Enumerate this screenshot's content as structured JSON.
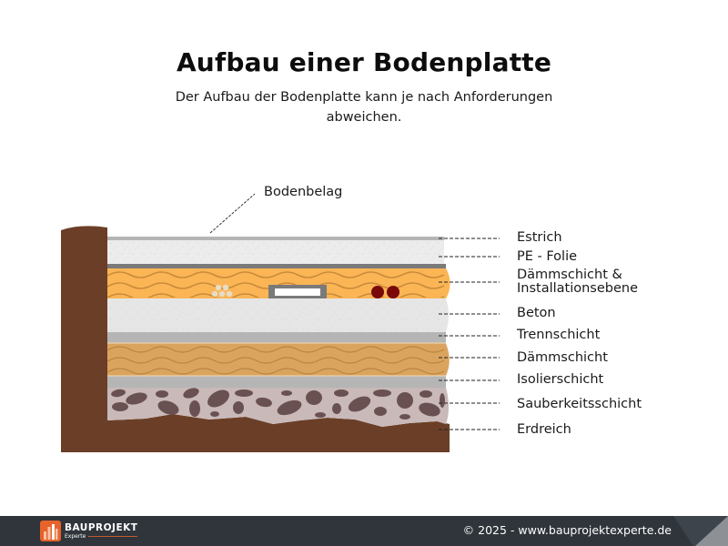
{
  "header": {
    "title": "Aufbau einer Bodenplatte",
    "subtitle": "Der Aufbau der Bodenplatte kann je nach Anforderungen abweichen."
  },
  "diagram": {
    "callout": {
      "label": "Bodenbelag"
    },
    "layers": [
      {
        "id": "estrich",
        "label": "Estrich",
        "color": "#e8e8e8"
      },
      {
        "id": "pe-folie",
        "label": "PE - Folie",
        "color": "#7a7a7a"
      },
      {
        "id": "daemm-install",
        "label_line1": "Dämmschicht &",
        "label_line2": "Installationsebene",
        "color": "#fbb555"
      },
      {
        "id": "beton",
        "label": "Beton",
        "color": "#e6e6e6"
      },
      {
        "id": "trennschicht",
        "label": "Trennschicht",
        "color": "#b5b5b5"
      },
      {
        "id": "daemmschicht",
        "label": "Dämmschicht",
        "color": "#dba45e"
      },
      {
        "id": "isolierschicht",
        "label": "Isolierschicht",
        "color": "#b5b5b5"
      },
      {
        "id": "sauberkeitsschicht",
        "label": "Sauberkeitsschicht",
        "color": "#c9b9b9"
      },
      {
        "id": "erdreich",
        "label": "Erdreich",
        "color": "#6b3f27"
      }
    ],
    "colors": {
      "bodenbelag": "#b5b5b5",
      "wave_light": "#c98a3a",
      "wave_dark": "#b8843f",
      "stone": "#6a5151",
      "pipe": "#7a0a0a",
      "conduit_frame": "#7a7a7a",
      "cable": "#e6dcc8"
    }
  },
  "footer": {
    "brand_name": "BAUPROJEKT",
    "brand_sub": "Experte",
    "copyright": "© 2025 -  www.bauprojektexperte.de",
    "brand_color": "#e8622a",
    "bg_color": "#2f353b"
  }
}
